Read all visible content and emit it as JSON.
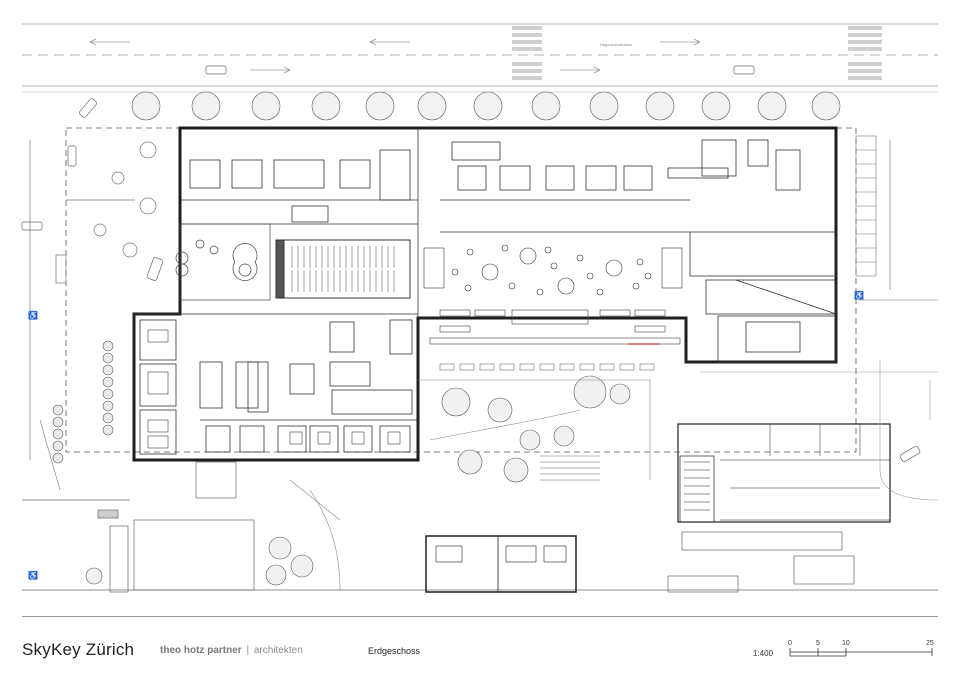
{
  "street_label": "Hagenholzstrasse",
  "footer": {
    "project_title": "SkyKey Zürich",
    "firm_bold": "theo hotz partner",
    "firm_sep": "|",
    "firm_rest": "architekten",
    "floor_name": "Erdgeschoss",
    "scale": "1:400",
    "scalebar_ticks": [
      "0",
      "5",
      "10",
      "25"
    ]
  },
  "colors": {
    "line": "#2a2a2a",
    "light_line": "#9a9a9a",
    "accent": "#c0392b"
  }
}
